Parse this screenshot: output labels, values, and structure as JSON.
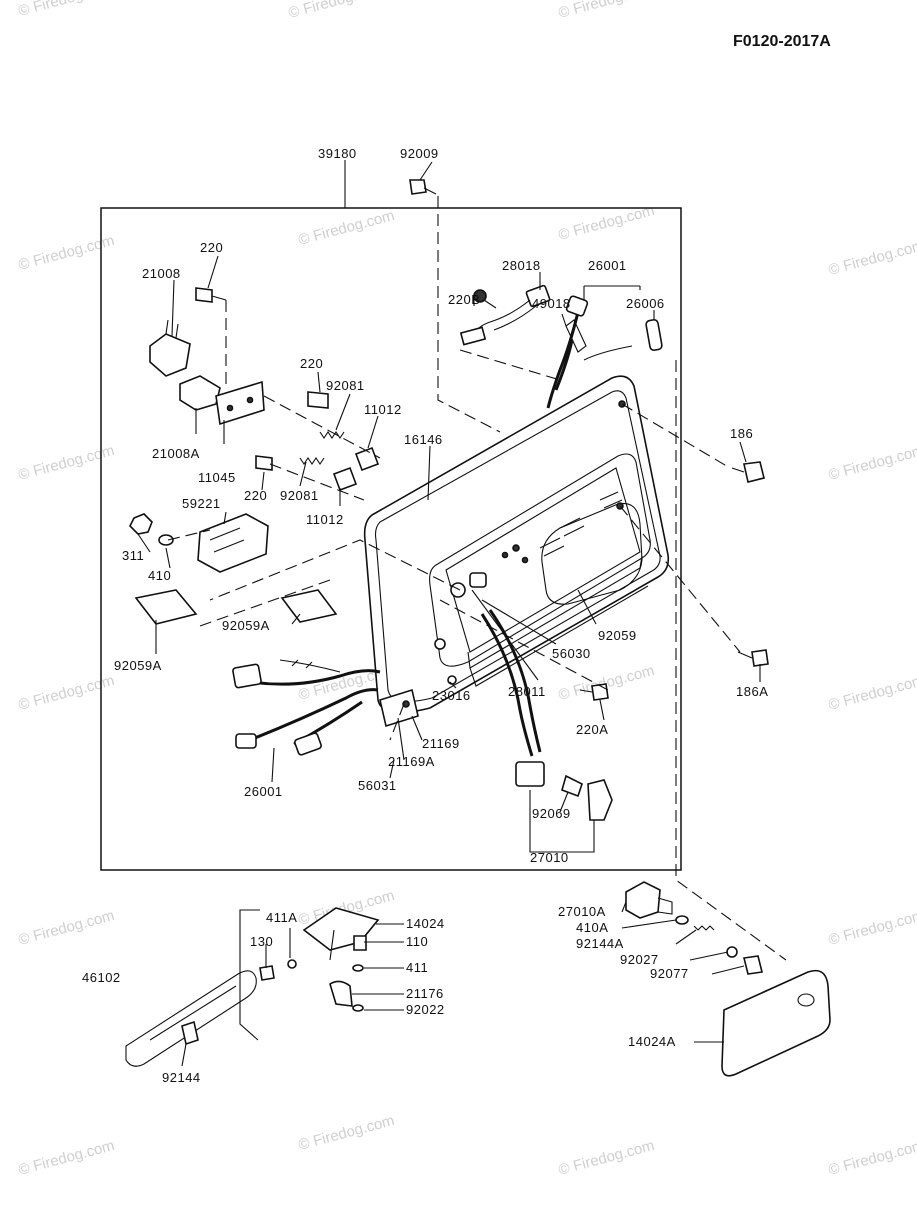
{
  "doc_code": "F0120-2017A",
  "watermark": "© Firedog.com",
  "labels": {
    "p39180": "39180",
    "p92009": "92009",
    "p28018": "28018",
    "p26001_top": "26001",
    "p220B": "220B",
    "p49018": "49018",
    "p26006": "26006",
    "p220_top": "220",
    "p21008": "21008",
    "p220_mid": "220",
    "p92081_top": "92081",
    "p11012_top": "11012",
    "p16146": "16146",
    "p186": "186",
    "p21008A": "21008A",
    "p11045": "11045",
    "p220_low": "220",
    "p92081_low": "92081",
    "p11012_low": "11012",
    "p59221": "59221",
    "p311": "311",
    "p410": "410",
    "p92059A_mid": "92059A",
    "p92059A_left": "92059A",
    "p92059": "92059",
    "p56030": "56030",
    "p186A": "186A",
    "p28011": "28011",
    "p220A": "220A",
    "p23016": "23016",
    "p21169": "21169",
    "p21169A": "21169A",
    "p26001_low": "26001",
    "p56031": "56031",
    "p92069": "92069",
    "p27010": "27010",
    "p411A": "411A",
    "p14024": "14024",
    "p130": "130",
    "p110": "110",
    "p411": "411",
    "p46102": "46102",
    "p21176": "21176",
    "p92022": "92022",
    "p92144": "92144",
    "p27010A": "27010A",
    "p410A": "410A",
    "p92144A": "92144A",
    "p92027": "92027",
    "p92077": "92077",
    "p14024A": "14024A"
  }
}
